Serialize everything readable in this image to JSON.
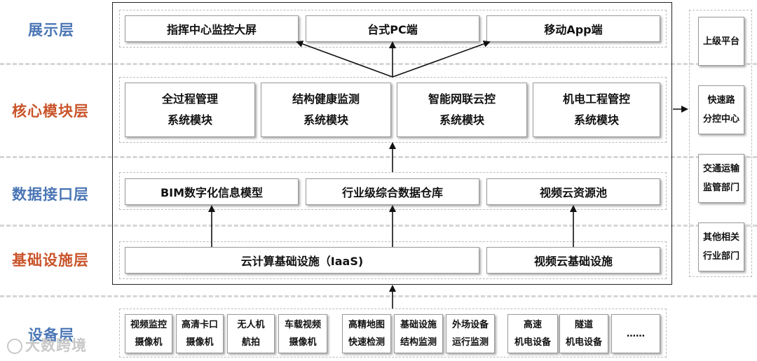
{
  "layers": {
    "display": "展示层",
    "core": "核心模块层",
    "data": "数据接口层",
    "infra": "基础设施层",
    "device": "设备层"
  },
  "display_boxes": [
    "指挥中心监控大屏",
    "台式PC端",
    "移动App端"
  ],
  "core_modules": [
    {
      "line1": "全过程管理",
      "line2": "系统模块"
    },
    {
      "line1": "结构健康监测",
      "line2": "系统模块"
    },
    {
      "line1": "智能网联云控",
      "line2": "系统模块"
    },
    {
      "line1": "机电工程管控",
      "line2": "系统模块"
    }
  ],
  "data_boxes": [
    "BIM数字化信息模型",
    "行业级综合数据仓库",
    "视频云资源池"
  ],
  "infra_boxes": [
    "云计算基础设施（IaaS)",
    "视频云基础设施"
  ],
  "devices": [
    {
      "line1": "视频监控",
      "line2": "摄像机"
    },
    {
      "line1": "高清卡口",
      "line2": "摄像机"
    },
    {
      "line1": "无人机",
      "line2": "航拍"
    },
    {
      "line1": "车载视频",
      "line2": "摄像机"
    },
    {
      "line1": "高精地图",
      "line2": "快速检测"
    },
    {
      "line1": "基础设施",
      "line2": "结构监测"
    },
    {
      "line1": "外场设备",
      "line2": "运行监测"
    },
    {
      "line1": "高速",
      "line2": "机电设备"
    },
    {
      "line1": "隧道",
      "line2": "机电设备"
    },
    {
      "line1": "……",
      "line2": ""
    }
  ],
  "side_boxes": [
    {
      "line1": "上级平台",
      "line2": ""
    },
    {
      "line1": "快速路",
      "line2": "分控中心"
    },
    {
      "line1": "交通运输",
      "line2": "监管部门"
    },
    {
      "line1": "其他相关",
      "line2": "行业部门"
    }
  ],
  "watermark": "大数跨境",
  "colors": {
    "layer_blue": "#4a76b5",
    "layer_red": "#c9542a"
  }
}
